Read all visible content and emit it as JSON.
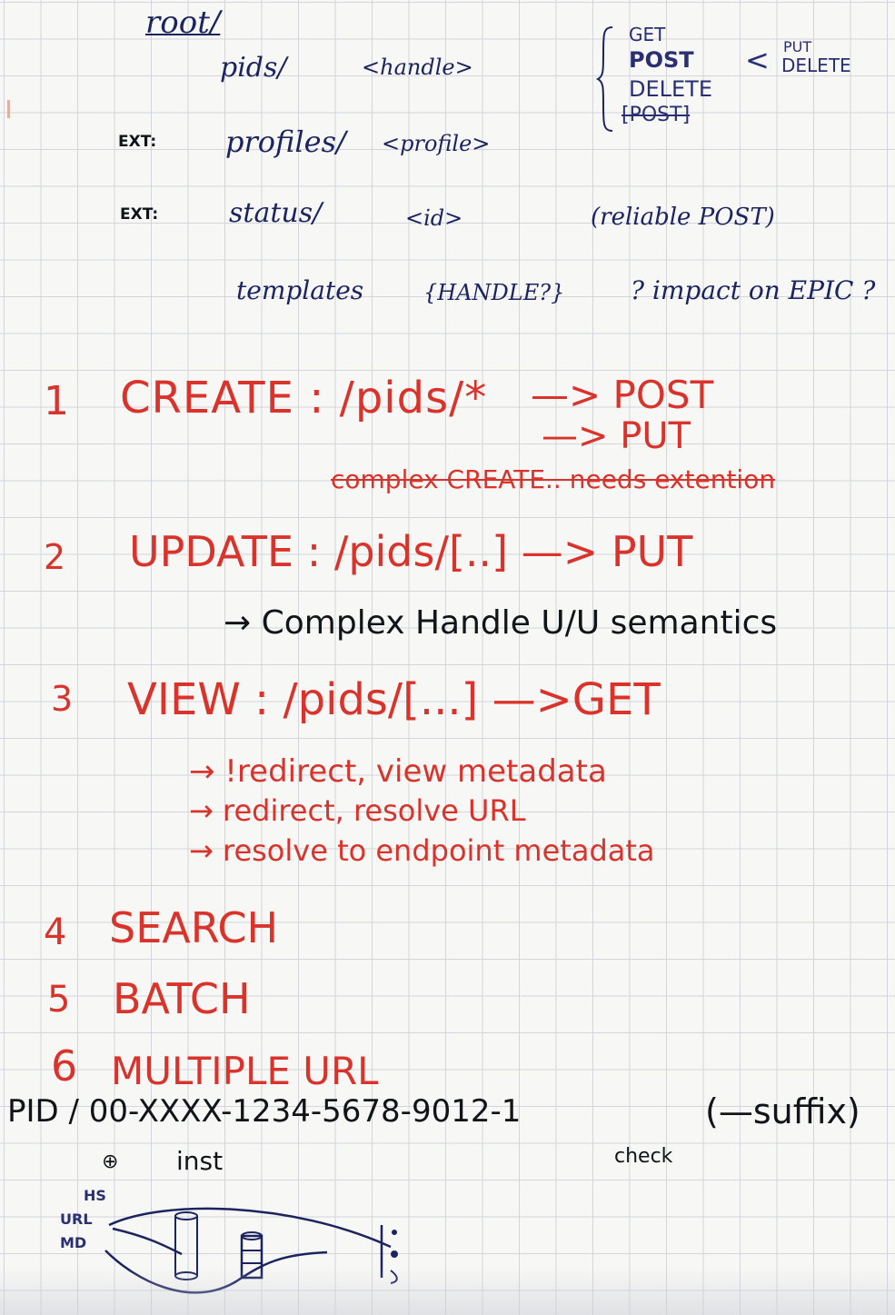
{
  "header": {
    "root": "root/",
    "row1": {
      "col1": "pids/",
      "col2": "<handle>"
    },
    "row2": {
      "prefix": "EXT:",
      "col1": "profiles/",
      "col2": "<profile>"
    },
    "row3": {
      "prefix": "EXT:",
      "col1": "status/",
      "col2": "<id>",
      "note": "(reliable POST)"
    },
    "row4": {
      "col1": "templates",
      "col2": "{HANDLE?}",
      "note": "? impact on EPIC ?"
    }
  },
  "methods": {
    "items": [
      "GET",
      "POST",
      "DELETE",
      "[POST]"
    ],
    "side_arrow": "<",
    "side_items": [
      "PUT",
      "DELETE"
    ]
  },
  "operations": [
    {
      "number": "1",
      "text": "CREATE : /pids/*",
      "arrow1": "—> POST",
      "arrow2": "—> PUT",
      "note": "complex CREATE.. needs extention"
    },
    {
      "number": "2",
      "text": "UPDATE : /pids/[..] —> PUT",
      "note": "→ Complex Handle U/U semantics"
    },
    {
      "number": "3",
      "text": "VIEW : /pids/[...] —>GET",
      "subitems": [
        "→ !redirect, view metadata",
        "→ redirect, resolve URL",
        "→ resolve to endpoint metadata"
      ]
    },
    {
      "number": "4",
      "text": "SEARCH"
    },
    {
      "number": "5",
      "text": "BATCH"
    },
    {
      "number": "6",
      "text": "MULTIPLE URL"
    }
  ],
  "pid_format": {
    "text": "PID / 00-XXXX-1234-5678-9012-1",
    "suffix": "(—suffix)",
    "label_00": "⊕",
    "label_inst": "inst",
    "label_check": "check"
  },
  "sketch": {
    "labels": [
      "HS",
      "URL",
      "MD"
    ]
  }
}
